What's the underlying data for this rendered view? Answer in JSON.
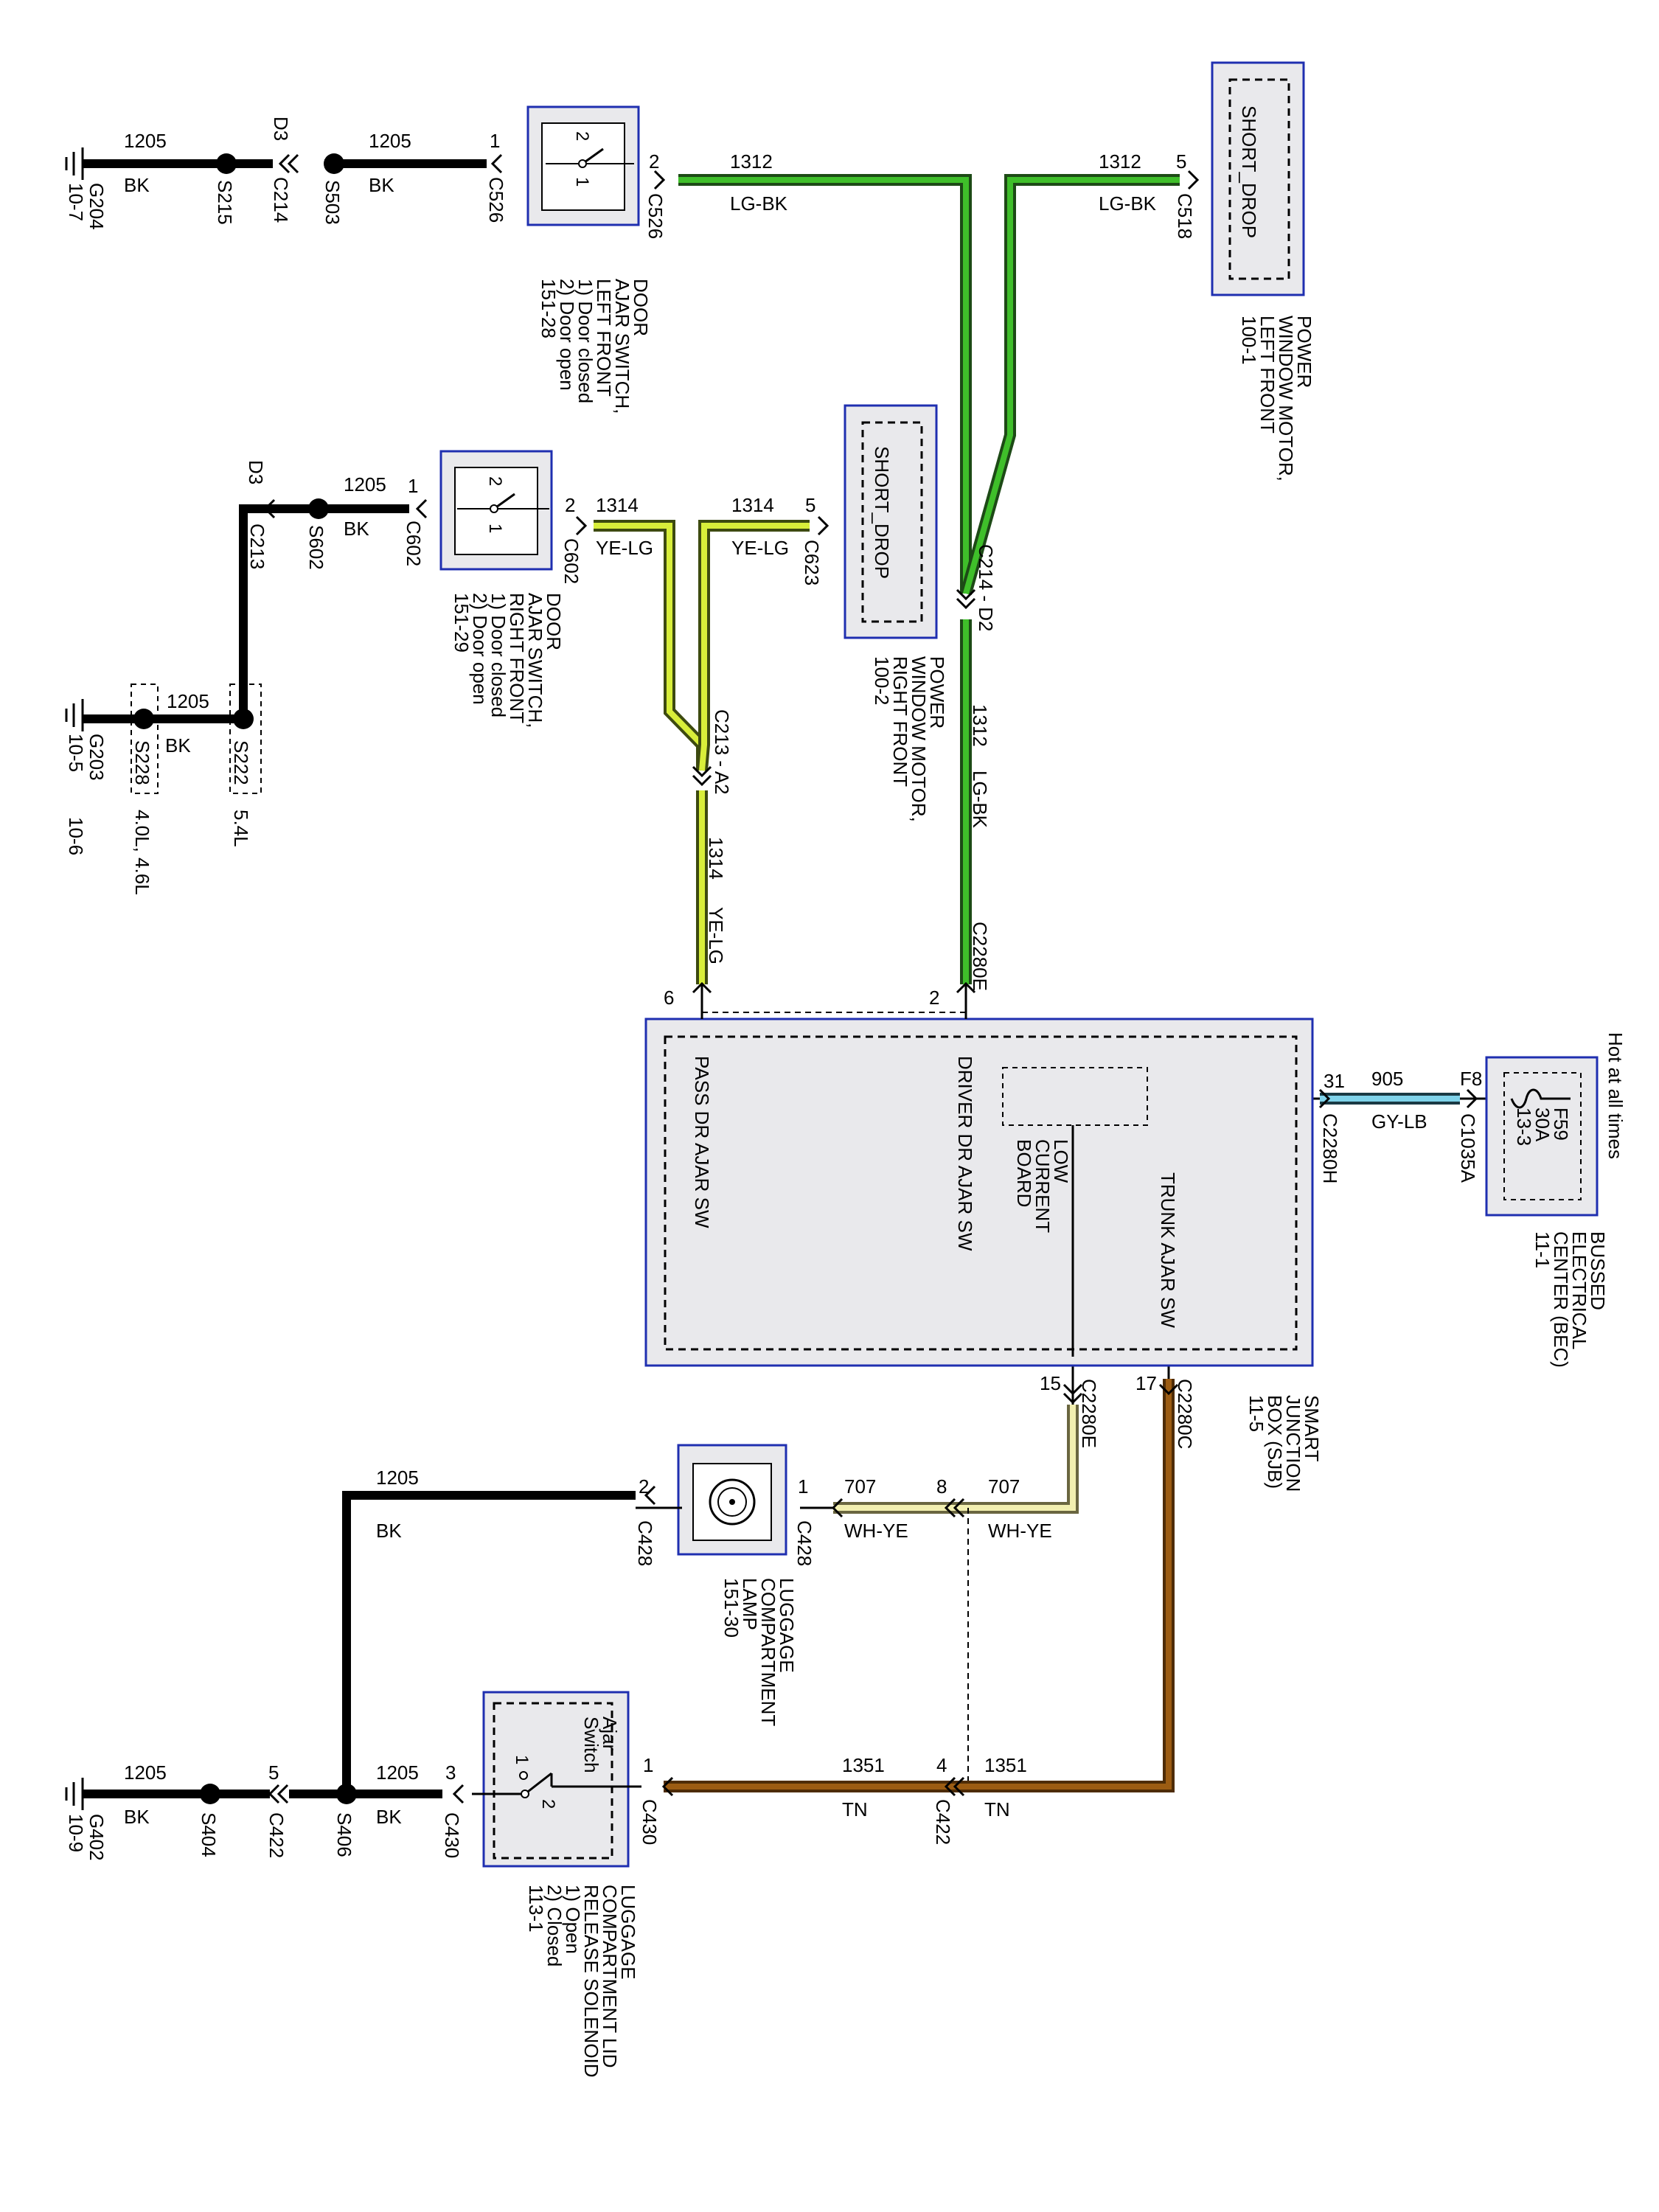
{
  "wires": {
    "w1205": "1205",
    "w1312": "1312",
    "w1314": "1314",
    "w707": "707",
    "w905": "905",
    "w1351": "1351"
  },
  "colors": {
    "BK": "BK",
    "LG_BK": "LG-BK",
    "YE_LG": "YE-LG",
    "WH_YE": "WH-YE",
    "GY_LB": "GY-LB",
    "TN": "TN",
    "hex": {
      "black": "#000000",
      "lg_bk": "#3fbf2a",
      "ye_lg": "#d8ee3a",
      "wh_ye": "#f2efb0",
      "gy_lb": "#7fd3ea",
      "tn": "#9c5c12",
      "box_border": "#1f2fb0"
    }
  },
  "grounds": {
    "g204": "G204",
    "g204_ref": "10-7",
    "g203": "G203",
    "g203_ref": "10-5",
    "g203_alt_ref": "10-6",
    "g402": "G402",
    "g402_ref": "10-9"
  },
  "splices": {
    "s215": "S215",
    "s503": "S503",
    "s602": "S602",
    "s228": "S228",
    "s222": "S222",
    "s404": "S404",
    "s406": "S406"
  },
  "engine_notes": {
    "s228": "4.0L, 4.6L",
    "s222": "5.4L"
  },
  "connectors": {
    "c214": "C214",
    "c214_pin": "D3",
    "c213": "C213",
    "c213_pin": "D3",
    "c526": "C526",
    "c602": "C602",
    "c518": "C518",
    "c623": "C623",
    "c214_d2": "C214 - D2",
    "c213_a2": "C213 - A2",
    "c2280e": "C2280E",
    "c2280h": "C2280H",
    "c2280c": "C2280C",
    "c1035a": "C1035A",
    "c1035a_pin": "F8",
    "c428": "C428",
    "c430": "C430",
    "c422": "C422"
  },
  "pins": {
    "p1": "1",
    "p2": "2",
    "p3": "3",
    "p4": "4",
    "p5": "5",
    "p6": "6",
    "p8": "8",
    "p15": "15",
    "p17": "17",
    "p31": "31"
  },
  "components": {
    "door_lf": [
      "DOOR",
      "AJAR SWITCH,",
      "LEFT FRONT",
      "1) Door closed",
      "2) Door open",
      "151-28"
    ],
    "door_rf": [
      "DOOR",
      "AJAR SWITCH,",
      "RIGHT FRONT",
      "1) Door closed",
      "2) Door open",
      "151-29"
    ],
    "motor_lf": [
      "POWER",
      "WINDOW MOTOR,",
      "LEFT FRONT",
      "100-1"
    ],
    "motor_rf": [
      "POWER",
      "WINDOW MOTOR,",
      "RIGHT FRONT",
      "100-2"
    ],
    "short_drop": "SHORT_DROP",
    "bec": [
      "BUSSED",
      "ELECTRICAL",
      "CENTER (BEC)",
      "11-1"
    ],
    "hot": "Hot at all times",
    "fuse": [
      "F59",
      "30A",
      "13-3"
    ],
    "sjb": [
      "SMART",
      "JUNCTION",
      "BOX (SJB)",
      "11-5"
    ],
    "sjb_pass": "PASS DR AJAR SW",
    "sjb_driver": "DRIVER DR AJAR SW",
    "sjb_low": [
      "LOW",
      "CURRENT",
      "BOARD"
    ],
    "sjb_trunk": "TRUNK AJAR SW",
    "lamp": [
      "LUGGAGE",
      "COMPARTMENT",
      "LAMP",
      "151-30"
    ],
    "solenoid": [
      "LUGGAGE",
      "COMPARTMENT LID",
      "RELEASE SOLENOID",
      "1) Open",
      "2) Closed",
      "113-1"
    ],
    "ajar_switch": [
      "Ajar",
      "Switch"
    ]
  }
}
